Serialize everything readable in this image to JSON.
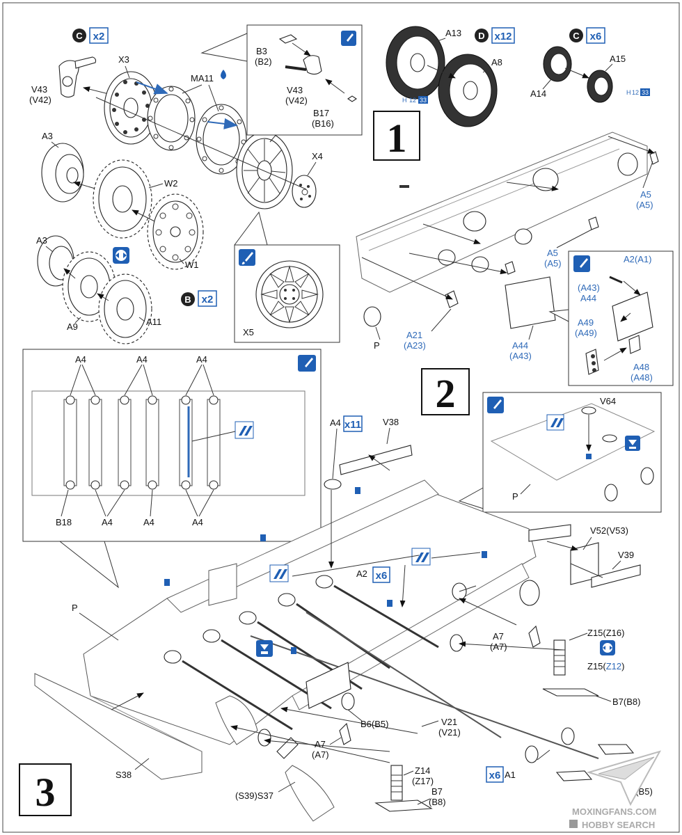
{
  "steps": {
    "s1": "1",
    "s2": "2",
    "s3": "3"
  },
  "qty": {
    "c_top": "x2",
    "d_top": "x12",
    "c_top2": "x6",
    "b_mid": "x2",
    "a4": "x11",
    "a2": "x6",
    "a1": "x6"
  },
  "badge_letters": {
    "c": "C",
    "d": "D",
    "b": "B"
  },
  "tire_code": {
    "h": "H",
    "n": "12",
    "box": "33"
  },
  "s1_labels": {
    "x3": "X3",
    "v43": "V43",
    "v42": "(V42)",
    "ma11": "MA11",
    "x5": "X5",
    "x4": "X4",
    "a3a": "A3",
    "w2": "W2",
    "w1": "W1",
    "a3b": "A3",
    "a9": "A9",
    "a11": "A11",
    "x5b": "X5",
    "b3": "B3",
    "b2": "(B2)",
    "v43b": "V43",
    "v42b": "(V42)",
    "b17": "B17",
    "b16": "(B16)",
    "a13": "A13",
    "a8": "A8",
    "a15": "A15",
    "a14": "A14"
  },
  "s2_labels": {
    "a5a": "A5",
    "a5a2": "(A5)",
    "a5b": "A5",
    "a5b2": "(A5)",
    "p": "P",
    "a21": "A21",
    "a23": "(A23)",
    "a44": "A44",
    "a43": "(A43)",
    "a2": "A2(A1)",
    "a43b": "(A43)",
    "a44b": "A44",
    "a49": "A49",
    "a49b": "(A49)",
    "a48": "A48",
    "a48b": "(A48)"
  },
  "s3_labels": {
    "a4_1": "A4",
    "a4_2": "A4",
    "a4_3": "A4",
    "b18": "B18",
    "a4_4": "A4",
    "a4_5": "A4",
    "a4_6": "A4",
    "a4main": "A4",
    "v38": "V38",
    "v64": "V64",
    "p_inset": "P",
    "v52": "V52(V53)",
    "v39": "V39",
    "a2": "A2",
    "p": "P",
    "a7a": "A7",
    "a7a2": "(A7)",
    "z15": "Z15(Z16)",
    "z15b": "Z15(",
    "z12": "Z12",
    "z15c": ")",
    "b7": "B7(B8)",
    "b6": "B6(B5)",
    "v21": "V21",
    "v21b": "(V21)",
    "a7b": "A7",
    "a7b2": "(A7)",
    "z14": "Z14",
    "z17": "(Z17)",
    "a1": "A1",
    "b6b": "6(B5)",
    "s38": "S38",
    "s39": "(S39)S37",
    "b7b": "B7",
    "b8b": "(B8)"
  },
  "watermark": {
    "site": "MOXINGFANS.COM",
    "brand": "HOBBY SEARCH"
  },
  "colors": {
    "accent": "#2f6ab8",
    "icon_blue": "#1f5fb4"
  }
}
